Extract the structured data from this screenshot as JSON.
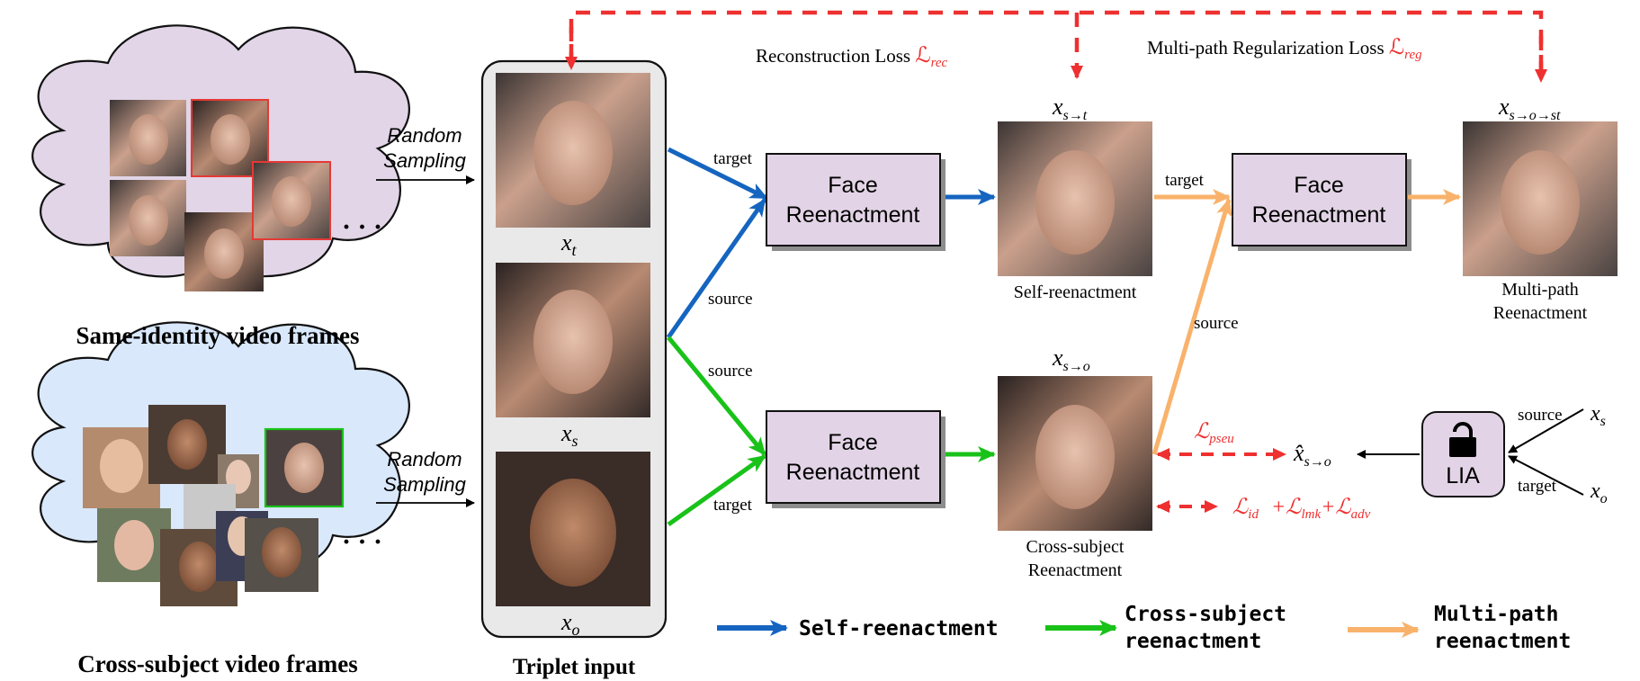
{
  "clouds": {
    "same": {
      "caption": "Same-identity video frames",
      "ellipsis": "· · ·"
    },
    "cross": {
      "caption": "Cross-subject video frames",
      "ellipsis": "· · ·"
    }
  },
  "sampling": {
    "line1": "Random",
    "line2": "Sampling"
  },
  "triplet": {
    "caption": "Triplet input",
    "xt": "x",
    "xt_sub": "t",
    "xs": "x",
    "xs_sub": "s",
    "xo": "x",
    "xo_sub": "o"
  },
  "edge_labels": {
    "target": "target",
    "source": "source"
  },
  "blocks": {
    "fr_top_line1": "Face",
    "fr_top_line2": "Reenactment",
    "fr_bot_line1": "Face",
    "fr_bot_line2": "Reenactment",
    "fr_right_line1": "Face",
    "fr_right_line2": "Reenactment",
    "lia": "LIA"
  },
  "outputs": {
    "self_label": "x",
    "self_sub": "s→t",
    "self_caption": "Self-reenactment",
    "cross_label": "x",
    "cross_sub": "s→o",
    "cross_caption_1": "Cross-subject",
    "cross_caption_2": "Reenactment",
    "multi_label": "x",
    "multi_sub": "s→o→st",
    "multi_caption_1": "Multi-path",
    "multi_caption_2": "Reenactment",
    "pseudo_label": "x̂",
    "pseudo_sub": "s→o"
  },
  "lia_inputs": {
    "source": "source",
    "target": "target",
    "xs": "x",
    "xs_sub": "s",
    "xo": "x",
    "xo_sub": "o"
  },
  "losses": {
    "rec_text": "Reconstruction Loss ",
    "rec_sym": "ℒ",
    "rec_sub": "rec",
    "reg_text": "Multi-path Regularization Loss ",
    "reg_sym": "ℒ",
    "reg_sub": "reg",
    "pseu_sym": "ℒ",
    "pseu_sub": "pseu",
    "id_sym": "ℒ",
    "id_sub": "id",
    "lmk_sym": "+ℒ",
    "lmk_sub": "lmk",
    "adv_sym": "+ℒ",
    "adv_sub": "adv"
  },
  "legend": {
    "self": "Self-reenactment",
    "cross_1": "Cross-subject",
    "cross_2": "reenactment",
    "multi_1": "Multi-path",
    "multi_2": "reenactment"
  },
  "colors": {
    "blue": "#1565c0",
    "green": "#19c219",
    "orange": "#f9b26b",
    "red": "#ee3030",
    "block_fill": "#e2d4e6",
    "cloud_purple": "#e1d5e7",
    "cloud_blue": "#d9e8fb"
  }
}
